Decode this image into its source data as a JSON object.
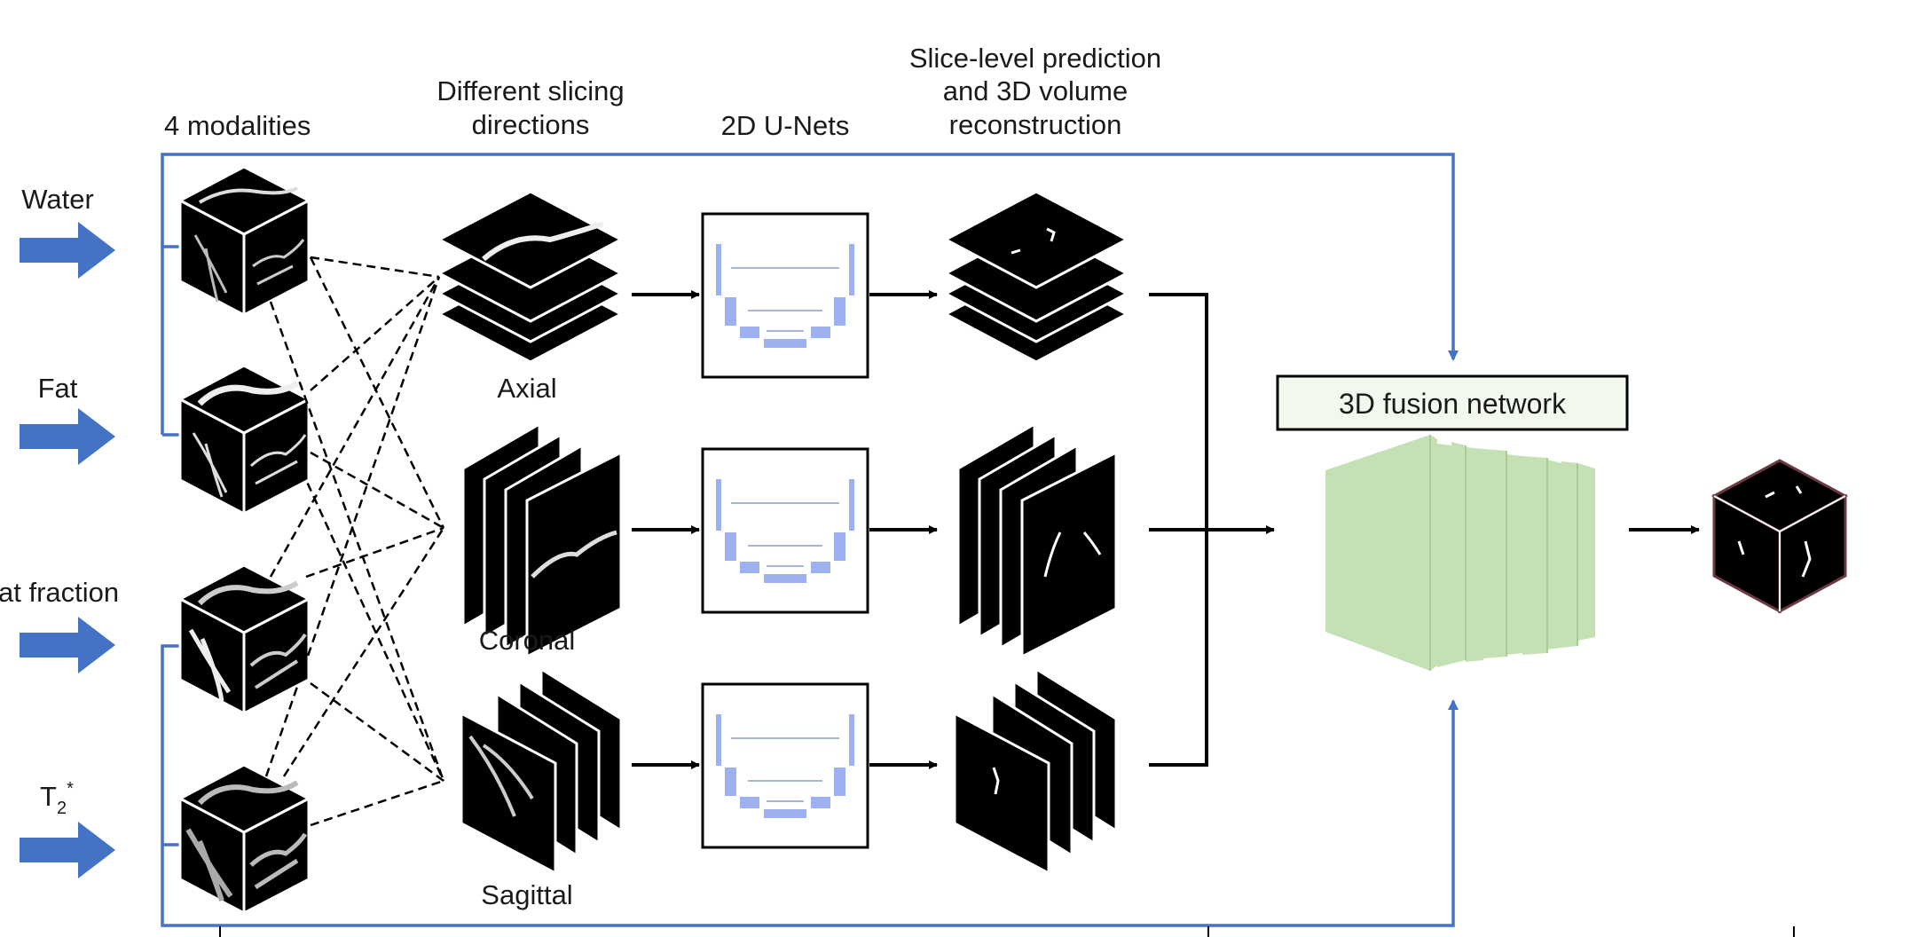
{
  "headers": {
    "modalities": "4 modalities",
    "slicing_line1": "Different slicing",
    "slicing_line2": "directions",
    "unets": "2D U-Nets",
    "prediction_line1": "Slice-level prediction",
    "prediction_line2": "and 3D volume",
    "prediction_line3": "reconstruction"
  },
  "inputs": {
    "water": "Water",
    "fat": "Fat",
    "fat_fraction": "at fraction",
    "t2star_main": "T",
    "t2star_sub": "2",
    "t2star_sup": "*"
  },
  "slices": {
    "axial": "Axial",
    "coronal": "Coronal",
    "sagittal": "Sagittal"
  },
  "fusion": {
    "label": "3D fusion network"
  },
  "colors": {
    "input_arrow": "#4472c4",
    "feedback_line": "#4472c4",
    "unet_block": "#9db0f0",
    "fusion_fill": "#c5e0b4",
    "fusion_box_fill": "#f2f8ee",
    "output_cube_edge": "#6b3a3f"
  }
}
